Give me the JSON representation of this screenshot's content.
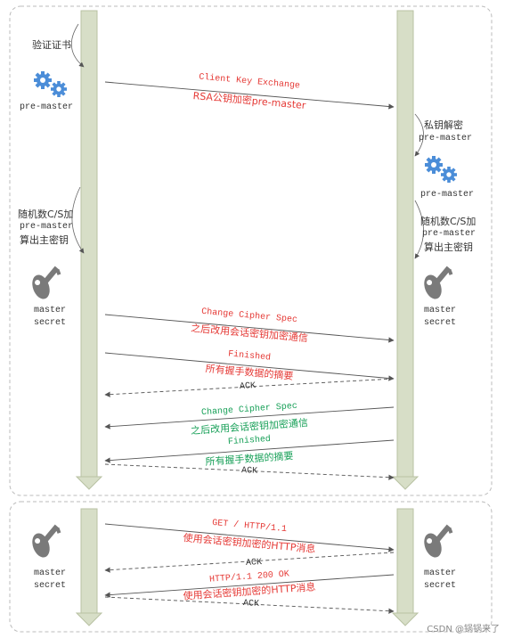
{
  "colors": {
    "red": "#e53935",
    "green": "#18a058",
    "bar": "#d7dec7",
    "bar_stroke": "#b8c2a3",
    "arrow": "#555555",
    "border": "#bbbbbb",
    "gear": "#4b8dd8",
    "key": "#7a7a7a"
  },
  "left_notes": {
    "verify_cert": "验证证书",
    "premaster": "pre-master",
    "random_line1": "随机数C/S加",
    "random_line2": "pre-master",
    "random_line3": "算出主密钥",
    "master1_line1": "master",
    "master1_line2": "secret",
    "master2_line1": "master",
    "master2_line2": "secret"
  },
  "right_notes": {
    "private_decrypt_line1": "私钥解密",
    "private_decrypt_line2": "pre-master",
    "premaster": "pre-master",
    "random_line1": "随机数C/S加",
    "random_line2": "pre-master",
    "random_line3": "算出主密钥",
    "master1_line1": "master",
    "master1_line2": "secret",
    "master2_line1": "master",
    "master2_line2": "secret"
  },
  "messages": {
    "cke_title": "Client Key Exchange",
    "cke_sub": "RSA公钥加密pre-master",
    "ccs1_title": "Change Cipher Spec",
    "ccs1_sub": "之后改用会话密钥加密通信",
    "fin1_title": "Finished",
    "fin1_sub": "所有握手数据的摘要",
    "ack1": "ACK",
    "ccs2_title": "Change Cipher Spec",
    "ccs2_sub": "之后改用会话密钥加密通信",
    "fin2_title": "Finished",
    "fin2_sub": "所有握手数据的摘要",
    "ack2": "ACK",
    "get_title": "GET / HTTP/1.1",
    "get_sub": "使用会话密钥加密的HTTP消息",
    "ack3": "ACK",
    "resp_title": "HTTP/1.1 200 OK",
    "resp_sub": "使用会话密钥加密的HTTP消息",
    "ack4": "ACK"
  },
  "watermark": "CSDN @锅锅来了"
}
